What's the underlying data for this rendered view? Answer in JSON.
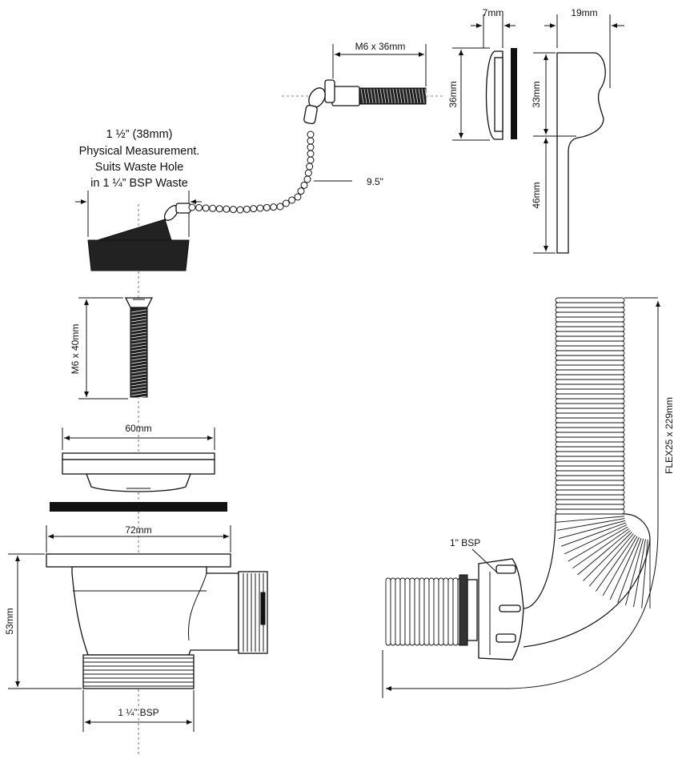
{
  "labels": {
    "m6x36": "M6 x 36mm",
    "d7": "7mm",
    "d19": "19mm",
    "d36": "36mm",
    "d33": "33mm",
    "d46": "46mm",
    "plug_line1": "1 ½” (38mm)",
    "plug_line2": "Physical Measurement.",
    "plug_line3": "Suits Waste Hole",
    "plug_line4": "in 1 ¼” BSP Waste",
    "chain": "9.5\"",
    "m6x40": "M6 x 40mm",
    "d60": "60mm",
    "d72": "72mm",
    "d53": "53mm",
    "bsp114": "1 ¼” BSP",
    "bsp1": "1\" BSP",
    "flex": "FLEX25 x 229mm"
  }
}
